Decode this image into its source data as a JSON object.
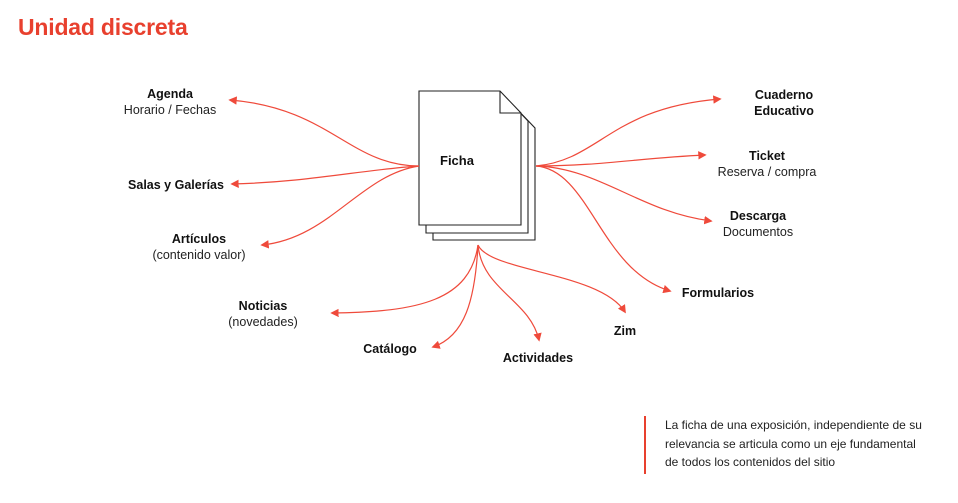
{
  "title": "Unidad discreta",
  "center": {
    "label": "Ficha",
    "icon": "document-stack-icon"
  },
  "colors": {
    "accent": "#e8402e",
    "line": "#ef4a3b",
    "doc_stroke": "#222222"
  },
  "nodes": {
    "agenda": {
      "title": "Agenda",
      "subtitle": "Horario / Fechas"
    },
    "salas": {
      "title": "Salas y Galerías"
    },
    "articulos": {
      "title": "Artículos",
      "subtitle": "(contenido valor)"
    },
    "noticias": {
      "title": "Noticias",
      "subtitle": "(novedades)"
    },
    "catalogo": {
      "title": "Catálogo"
    },
    "actividades": {
      "title": "Actividades"
    },
    "zim": {
      "title": "Zim"
    },
    "formularios": {
      "title": "Formularios"
    },
    "descarga": {
      "title": "Descarga",
      "subtitle": "Documentos"
    },
    "ticket": {
      "title": "Ticket",
      "subtitle": "Reserva / compra"
    },
    "cuaderno": {
      "title_line1": "Cuaderno",
      "title_line2": "Educativo"
    }
  },
  "note": {
    "line1": "La ficha de una exposición, independiente de su",
    "line2": "relevancia se articula como un eje fundamental",
    "line3": "de todos los contenidos del sitio"
  }
}
